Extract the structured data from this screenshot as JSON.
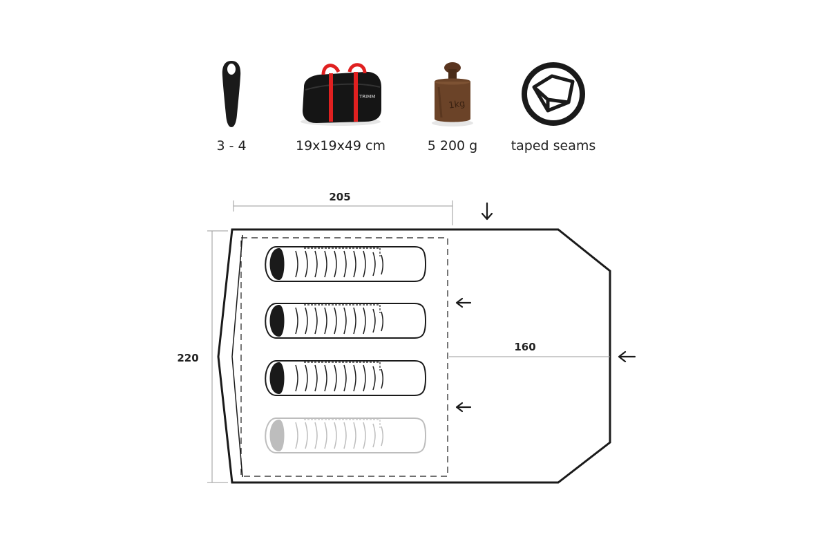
{
  "specs": [
    {
      "icon": "sleeping-bag-icon",
      "label": "3 - 4"
    },
    {
      "icon": "duffel-bag-icon",
      "label": "19x19x49 cm",
      "bag_brand": "TRIMM"
    },
    {
      "icon": "weight-icon",
      "label": "5 200 g",
      "weight_mark": "1kg"
    },
    {
      "icon": "taped-seams-icon",
      "label": "taped seams"
    }
  ],
  "dimensions": {
    "length": "205",
    "width": "220",
    "vestibule": "160"
  },
  "colors": {
    "outline": "#1a1a1a",
    "bag_red": "#e02020",
    "weight_brown": "#6b4328",
    "ghost_bag": "#bdbdbd"
  }
}
